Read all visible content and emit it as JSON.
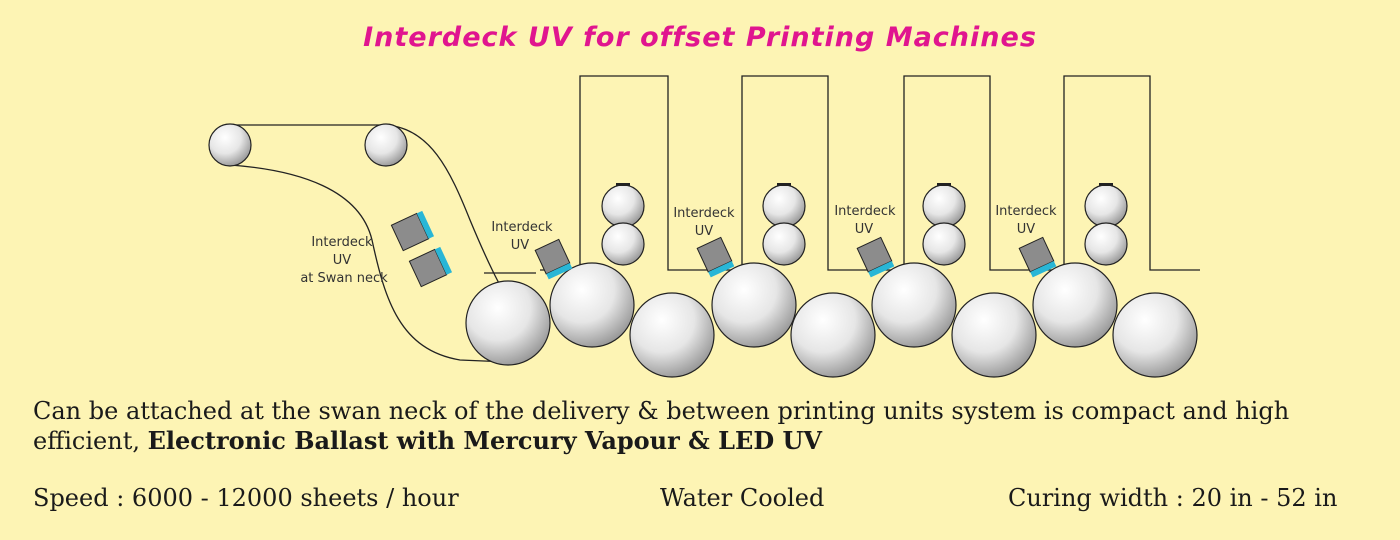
{
  "title": "Interdeck UV for offset Printing Machines",
  "labels": {
    "swan_neck": [
      "Interdeck",
      "UV",
      "at Swan neck"
    ],
    "units": [
      [
        "Interdeck",
        "UV"
      ],
      [
        "Interdeck",
        "UV"
      ],
      [
        "Interdeck",
        "UV"
      ],
      [
        "Interdeck",
        "UV"
      ]
    ]
  },
  "description": {
    "text": "Can be attached at the swan neck of the delivery & between printing units system is compact and high efficient,",
    "bold": "Electronic Ballast with Mercury Vapour & LED UV"
  },
  "specs": {
    "speed": "Speed : 6000 - 12000 sheets / hour",
    "cooling": "Water Cooled",
    "curing_width": "Curing width : 20 in - 52 in"
  },
  "colors": {
    "title": "#e0158f",
    "background": "#fdf4b4",
    "lamp_glow": "#29b6d6",
    "lamp": "#8c8c8c"
  }
}
